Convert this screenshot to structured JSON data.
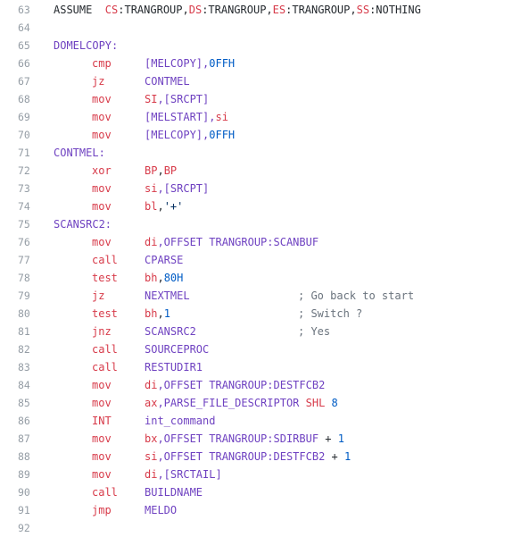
{
  "colors": {
    "keyword": "#d73a49",
    "identifier": "#6f42c1",
    "text": "#24292e",
    "number": "#005cc5",
    "string": "#032f62",
    "comment": "#6a737d",
    "line_number": "#959da5"
  },
  "lines": [
    {
      "n": "63",
      "toks": [
        {
          "c": "c0",
          "parts": [
            [
              "plain",
              "ASSUME  "
            ],
            [
              "kw",
              "CS"
            ],
            [
              "plain",
              ":TRANGROUP,"
            ],
            [
              "kw",
              "DS"
            ],
            [
              "plain",
              ":TRANGROUP,"
            ],
            [
              "kw",
              "ES"
            ],
            [
              "plain",
              ":TRANGROUP,"
            ],
            [
              "kw",
              "SS"
            ],
            [
              "plain",
              ":NOTHING"
            ]
          ]
        }
      ]
    },
    {
      "n": "64",
      "toks": []
    },
    {
      "n": "65",
      "toks": [
        {
          "c": "c0",
          "parts": [
            [
              "pur",
              "DOMELCOPY:"
            ]
          ]
        }
      ]
    },
    {
      "n": "66",
      "toks": [
        {
          "c": "c1",
          "parts": [
            [
              "kw",
              "cmp"
            ]
          ]
        },
        {
          "c": "c2",
          "parts": [
            [
              "pur",
              "[MELCOPY],"
            ],
            [
              "blue",
              "0FFH"
            ]
          ]
        }
      ]
    },
    {
      "n": "67",
      "toks": [
        {
          "c": "c1",
          "parts": [
            [
              "kw",
              "jz"
            ]
          ]
        },
        {
          "c": "c2",
          "parts": [
            [
              "pur",
              "CONTMEL"
            ]
          ]
        }
      ]
    },
    {
      "n": "68",
      "toks": [
        {
          "c": "c1",
          "parts": [
            [
              "kw",
              "mov"
            ]
          ]
        },
        {
          "c": "c2",
          "parts": [
            [
              "kw",
              "SI"
            ],
            [
              "pur",
              ",[SRCPT]"
            ]
          ]
        }
      ]
    },
    {
      "n": "69",
      "toks": [
        {
          "c": "c1",
          "parts": [
            [
              "kw",
              "mov"
            ]
          ]
        },
        {
          "c": "c2",
          "parts": [
            [
              "pur",
              "[MELSTART],"
            ],
            [
              "kw",
              "si"
            ]
          ]
        }
      ]
    },
    {
      "n": "70",
      "toks": [
        {
          "c": "c1",
          "parts": [
            [
              "kw",
              "mov"
            ]
          ]
        },
        {
          "c": "c2",
          "parts": [
            [
              "pur",
              "[MELCOPY],"
            ],
            [
              "blue",
              "0FFH"
            ]
          ]
        }
      ]
    },
    {
      "n": "71",
      "toks": [
        {
          "c": "c0",
          "parts": [
            [
              "pur",
              "CONTMEL:"
            ]
          ]
        }
      ]
    },
    {
      "n": "72",
      "toks": [
        {
          "c": "c1",
          "parts": [
            [
              "kw",
              "xor"
            ]
          ]
        },
        {
          "c": "c2",
          "parts": [
            [
              "kw",
              "BP"
            ],
            [
              "plain",
              ","
            ],
            [
              "kw",
              "BP"
            ]
          ]
        }
      ]
    },
    {
      "n": "73",
      "toks": [
        {
          "c": "c1",
          "parts": [
            [
              "kw",
              "mov"
            ]
          ]
        },
        {
          "c": "c2",
          "parts": [
            [
              "kw",
              "si"
            ],
            [
              "pur",
              ",[SRCPT]"
            ]
          ]
        }
      ]
    },
    {
      "n": "74",
      "toks": [
        {
          "c": "c1",
          "parts": [
            [
              "kw",
              "mov"
            ]
          ]
        },
        {
          "c": "c2",
          "parts": [
            [
              "kw",
              "bl"
            ],
            [
              "plain",
              ","
            ],
            [
              "str",
              "'+'"
            ]
          ]
        }
      ]
    },
    {
      "n": "75",
      "toks": [
        {
          "c": "c0",
          "parts": [
            [
              "pur",
              "SCANSRC2:"
            ]
          ]
        }
      ]
    },
    {
      "n": "76",
      "toks": [
        {
          "c": "c1",
          "parts": [
            [
              "kw",
              "mov"
            ]
          ]
        },
        {
          "c": "c2",
          "parts": [
            [
              "kw",
              "di"
            ],
            [
              "pur",
              ",OFFSET TRANGROUP:SCANBUF"
            ]
          ]
        }
      ]
    },
    {
      "n": "77",
      "toks": [
        {
          "c": "c1",
          "parts": [
            [
              "kw",
              "call"
            ]
          ]
        },
        {
          "c": "c2",
          "parts": [
            [
              "pur",
              "CPARSE"
            ]
          ]
        }
      ]
    },
    {
      "n": "78",
      "toks": [
        {
          "c": "c1",
          "parts": [
            [
              "kw",
              "test"
            ]
          ]
        },
        {
          "c": "c2",
          "parts": [
            [
              "kw",
              "bh"
            ],
            [
              "plain",
              ","
            ],
            [
              "blue",
              "80H"
            ]
          ]
        }
      ]
    },
    {
      "n": "79",
      "toks": [
        {
          "c": "c1",
          "parts": [
            [
              "kw",
              "jz"
            ]
          ]
        },
        {
          "c": "c2",
          "parts": [
            [
              "pur",
              "NEXTMEL"
            ]
          ]
        },
        {
          "c": "c3",
          "parts": [
            [
              "cmt",
              "; Go back to start"
            ]
          ]
        }
      ]
    },
    {
      "n": "80",
      "toks": [
        {
          "c": "c1",
          "parts": [
            [
              "kw",
              "test"
            ]
          ]
        },
        {
          "c": "c2",
          "parts": [
            [
              "kw",
              "bh"
            ],
            [
              "plain",
              ","
            ],
            [
              "blue",
              "1"
            ]
          ]
        },
        {
          "c": "c3",
          "parts": [
            [
              "cmt",
              "; Switch ?"
            ]
          ]
        }
      ]
    },
    {
      "n": "81",
      "toks": [
        {
          "c": "c1",
          "parts": [
            [
              "kw",
              "jnz"
            ]
          ]
        },
        {
          "c": "c2",
          "parts": [
            [
              "pur",
              "SCANSRC2"
            ]
          ]
        },
        {
          "c": "c3",
          "parts": [
            [
              "cmt",
              "; Yes"
            ]
          ]
        }
      ]
    },
    {
      "n": "82",
      "toks": [
        {
          "c": "c1",
          "parts": [
            [
              "kw",
              "call"
            ]
          ]
        },
        {
          "c": "c2",
          "parts": [
            [
              "pur",
              "SOURCEPROC"
            ]
          ]
        }
      ]
    },
    {
      "n": "83",
      "toks": [
        {
          "c": "c1",
          "parts": [
            [
              "kw",
              "call"
            ]
          ]
        },
        {
          "c": "c2",
          "parts": [
            [
              "pur",
              "RESTUDIR1"
            ]
          ]
        }
      ]
    },
    {
      "n": "84",
      "toks": [
        {
          "c": "c1",
          "parts": [
            [
              "kw",
              "mov"
            ]
          ]
        },
        {
          "c": "c2",
          "parts": [
            [
              "kw",
              "di"
            ],
            [
              "pur",
              ",OFFSET TRANGROUP:DESTFCB2"
            ]
          ]
        }
      ]
    },
    {
      "n": "85",
      "toks": [
        {
          "c": "c1",
          "parts": [
            [
              "kw",
              "mov"
            ]
          ]
        },
        {
          "c": "c2",
          "parts": [
            [
              "kw",
              "ax"
            ],
            [
              "pur",
              ",PARSE_FILE_DESCRIPTOR "
            ],
            [
              "kw",
              "SHL"
            ],
            [
              "plain",
              " "
            ],
            [
              "blue",
              "8"
            ]
          ]
        }
      ]
    },
    {
      "n": "86",
      "toks": [
        {
          "c": "c1",
          "parts": [
            [
              "kw",
              "INT"
            ]
          ]
        },
        {
          "c": "c2",
          "parts": [
            [
              "pur",
              "int_command"
            ]
          ]
        }
      ]
    },
    {
      "n": "87",
      "toks": [
        {
          "c": "c1",
          "parts": [
            [
              "kw",
              "mov"
            ]
          ]
        },
        {
          "c": "c2",
          "parts": [
            [
              "kw",
              "bx"
            ],
            [
              "pur",
              ",OFFSET TRANGROUP:SDIRBUF "
            ],
            [
              "plain",
              "+ "
            ],
            [
              "blue",
              "1"
            ]
          ]
        }
      ]
    },
    {
      "n": "88",
      "toks": [
        {
          "c": "c1",
          "parts": [
            [
              "kw",
              "mov"
            ]
          ]
        },
        {
          "c": "c2",
          "parts": [
            [
              "kw",
              "si"
            ],
            [
              "pur",
              ",OFFSET TRANGROUP:DESTFCB2 "
            ],
            [
              "plain",
              "+ "
            ],
            [
              "blue",
              "1"
            ]
          ]
        }
      ]
    },
    {
      "n": "89",
      "toks": [
        {
          "c": "c1",
          "parts": [
            [
              "kw",
              "mov"
            ]
          ]
        },
        {
          "c": "c2",
          "parts": [
            [
              "kw",
              "di"
            ],
            [
              "pur",
              ",[SRCTAIL]"
            ]
          ]
        }
      ]
    },
    {
      "n": "90",
      "toks": [
        {
          "c": "c1",
          "parts": [
            [
              "kw",
              "call"
            ]
          ]
        },
        {
          "c": "c2",
          "parts": [
            [
              "pur",
              "BUILDNAME"
            ]
          ]
        }
      ]
    },
    {
      "n": "91",
      "toks": [
        {
          "c": "c1",
          "parts": [
            [
              "kw",
              "jmp"
            ]
          ]
        },
        {
          "c": "c2",
          "parts": [
            [
              "pur",
              "MELDO"
            ]
          ]
        }
      ]
    },
    {
      "n": "92",
      "toks": []
    }
  ]
}
